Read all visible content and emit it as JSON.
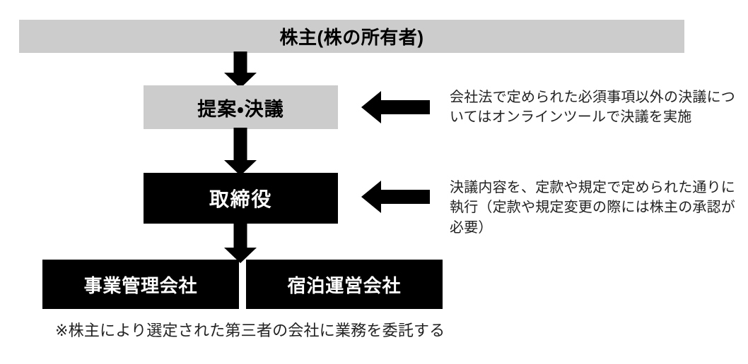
{
  "diagram": {
    "title": "株主(株の所有者)",
    "nodes": {
      "shareholder": {
        "label": "株主(株の所有者)",
        "fill": "#cccccc",
        "text_color": "#000000"
      },
      "resolution": {
        "label": "提案・決議",
        "fill": "#cccccc",
        "text_color": "#000000"
      },
      "board": {
        "label": "取締役",
        "fill": "#000000",
        "text_color": "#ffffff"
      },
      "mgmt_company": {
        "label": "事業管理会社",
        "fill": "#000000",
        "text_color": "#ffffff"
      },
      "lodging_company": {
        "label": "宿泊運営会社",
        "fill": "#000000",
        "text_color": "#ffffff"
      }
    },
    "notes": {
      "online_resolution": "会社法で定められた必須事項以外の決議についてはオンラインツールで決議を実施",
      "execution": "決議内容を、定款や規定で定められた通りに執行（定款や規定変更の際には株主の承認が必要）"
    },
    "footnote": "※株主により選定された第三者の会社に業務を委託する",
    "arrows": {
      "shareholder_to_resolution": "down-arrow",
      "resolution_to_board": "down-arrow",
      "board_to_companies": "down-arrow",
      "note_to_resolution": "left-arrow",
      "note_to_board": "left-arrow"
    },
    "colors": {
      "background": "#ffffff",
      "grey_fill": "#cccccc",
      "black_fill": "#000000",
      "body_text": "#222222"
    }
  }
}
